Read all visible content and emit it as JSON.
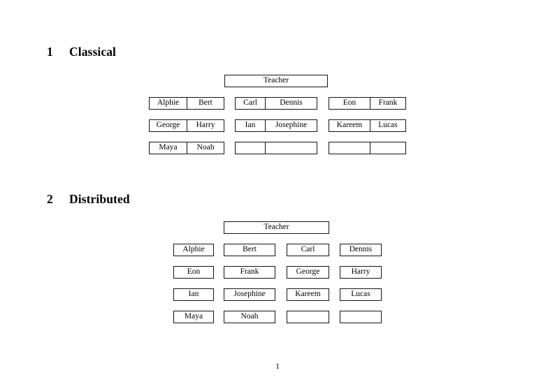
{
  "document": {
    "page_number": "1"
  },
  "sections": [
    {
      "number": "1",
      "title": "Classical",
      "teacher_label": "Teacher",
      "layout": "paired",
      "groups": [
        {
          "rows": [
            {
              "cells": [
                "Alphie",
                "Bert"
              ]
            },
            {
              "cells": [
                "George",
                "Harry"
              ]
            },
            {
              "cells": [
                "Maya",
                "Noah"
              ]
            }
          ]
        },
        {
          "rows": [
            {
              "cells": [
                "Carl",
                "Dennis"
              ]
            },
            {
              "cells": [
                "Ian",
                "Josephine"
              ]
            },
            {
              "cells": [
                "",
                ""
              ]
            }
          ]
        },
        {
          "rows": [
            {
              "cells": [
                "Eon",
                "Frank"
              ]
            },
            {
              "cells": [
                "Kareem",
                "Lucas"
              ]
            },
            {
              "cells": [
                "",
                ""
              ]
            }
          ]
        }
      ]
    },
    {
      "number": "2",
      "title": "Distributed",
      "teacher_label": "Teacher",
      "layout": "single",
      "rows": [
        {
          "cells": [
            "Alphie",
            "Bert",
            "Carl",
            "Dennis"
          ]
        },
        {
          "cells": [
            "Eon",
            "Frank",
            "George",
            "Harry"
          ]
        },
        {
          "cells": [
            "Ian",
            "Josephine",
            "Kareem",
            "Lucas"
          ]
        },
        {
          "cells": [
            "Maya",
            "Noah",
            "",
            ""
          ]
        }
      ]
    }
  ]
}
